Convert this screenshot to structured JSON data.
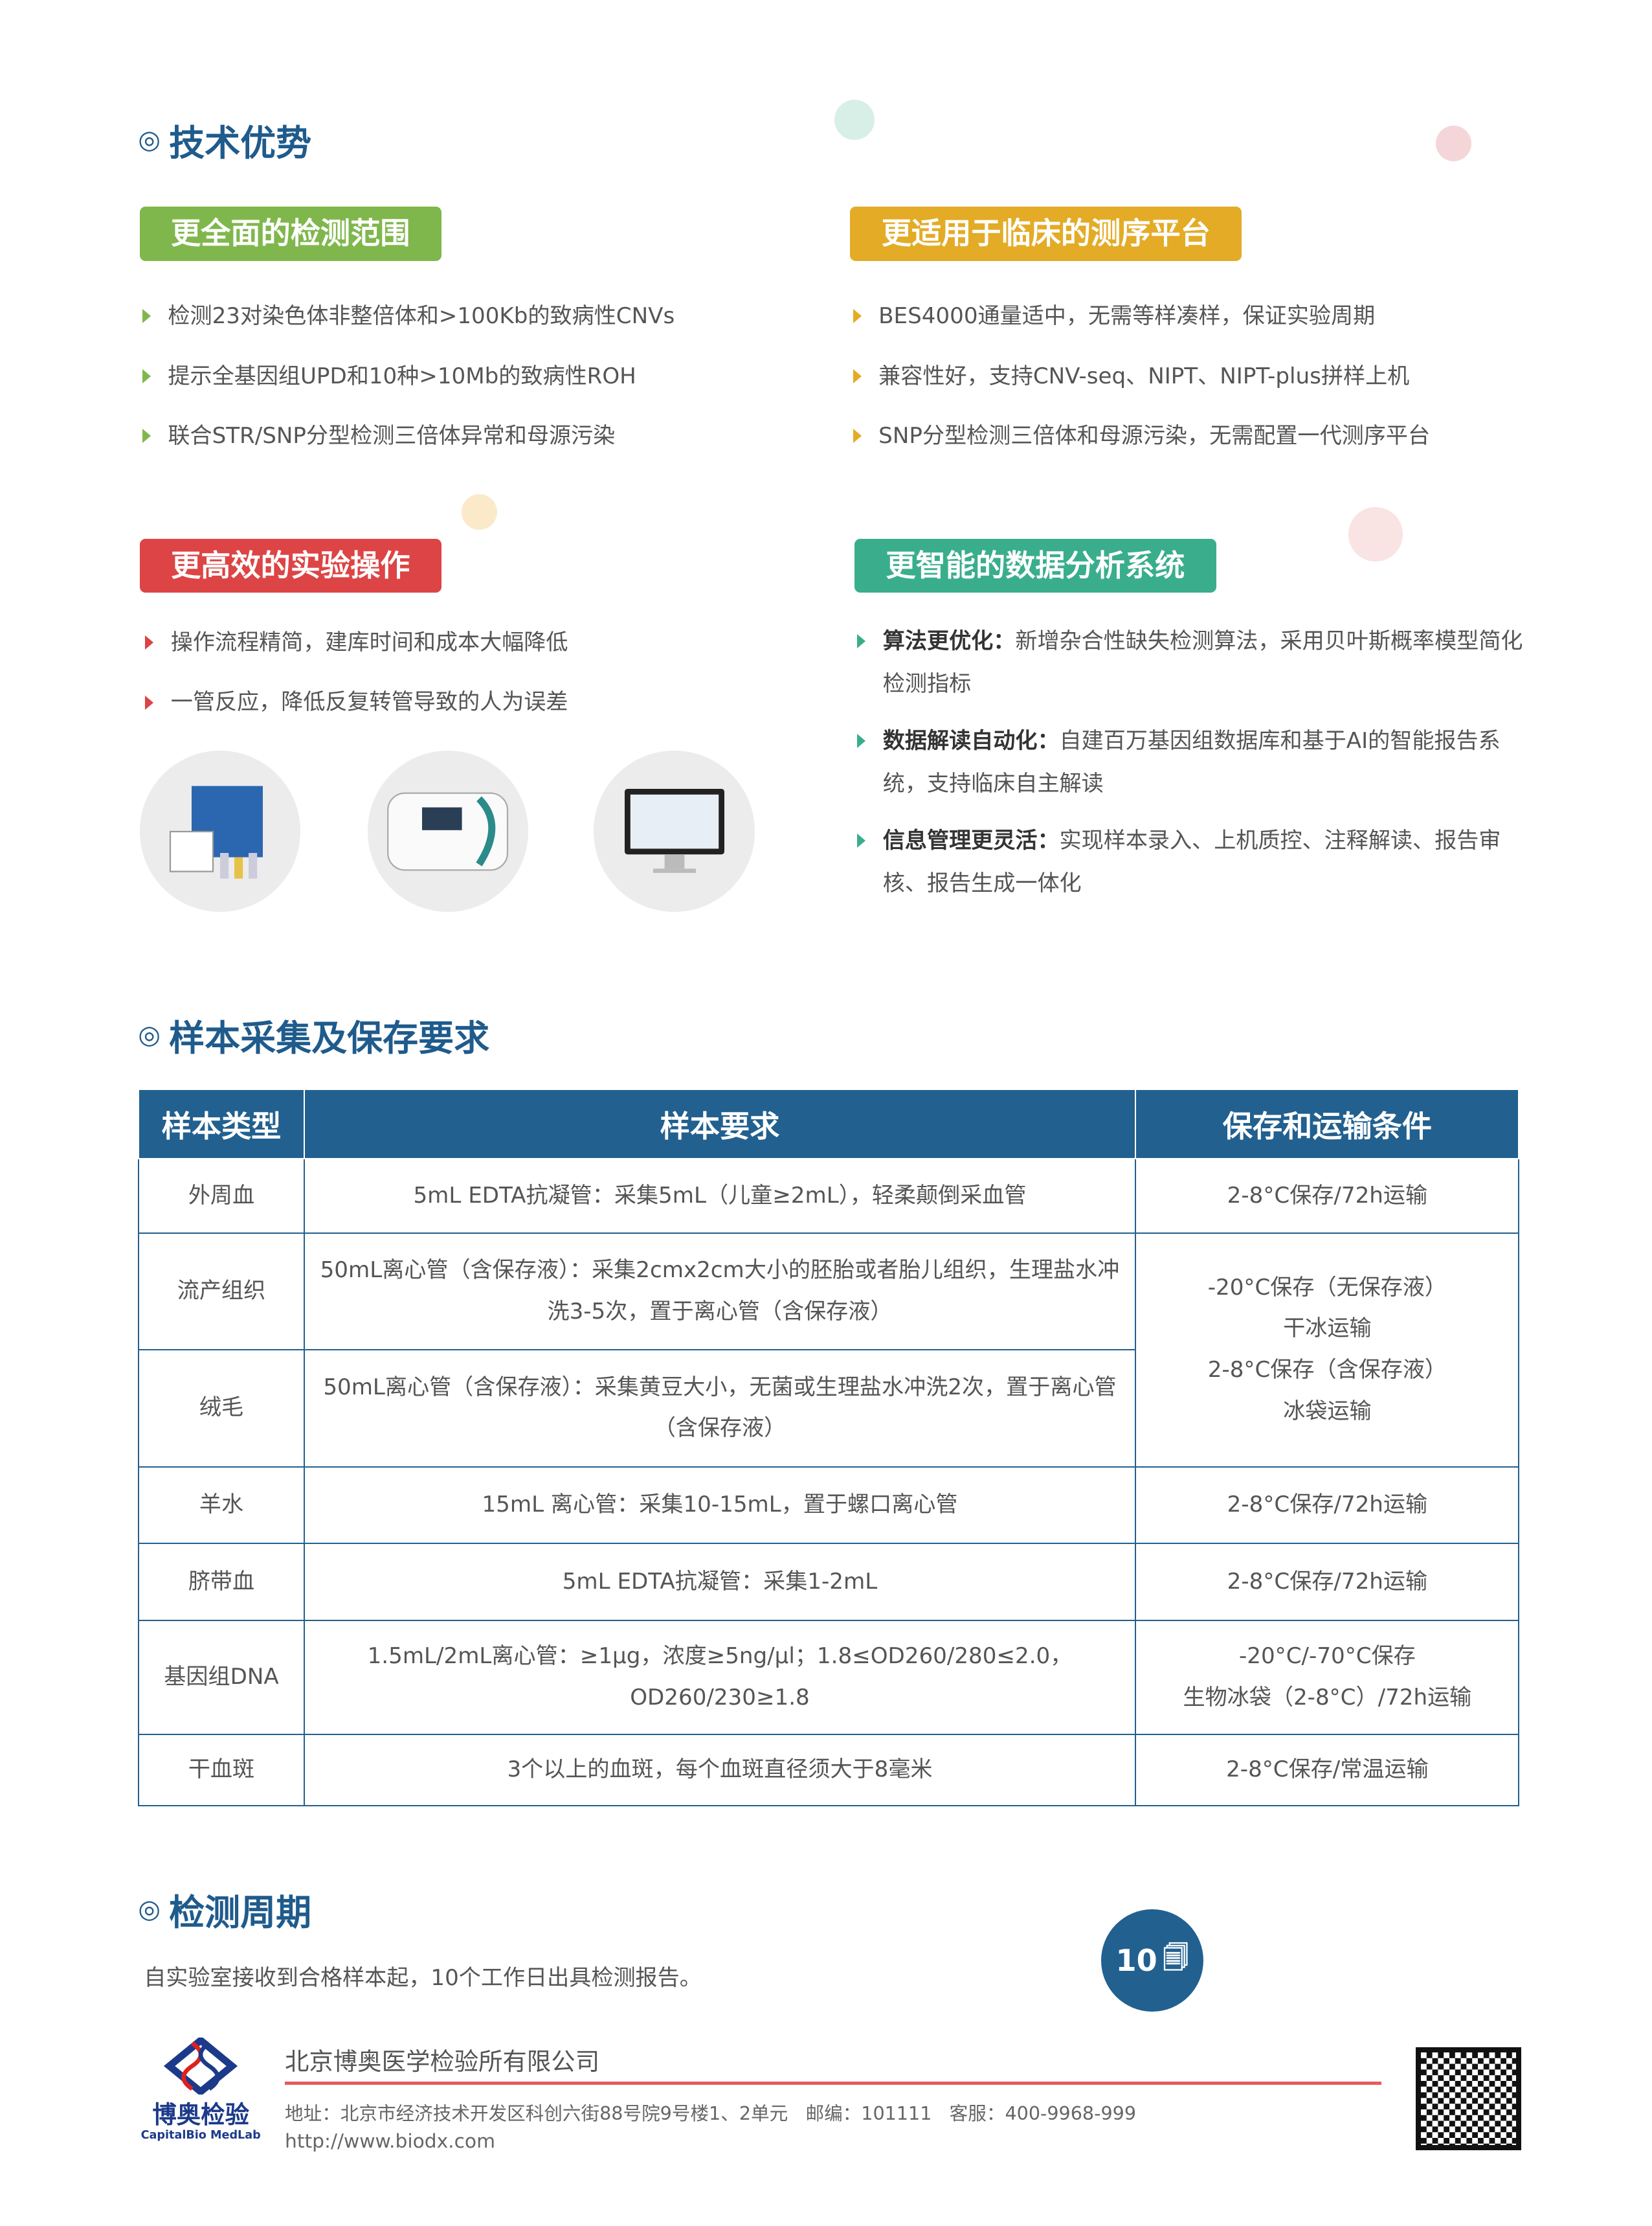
{
  "sections": {
    "advantages": "技术优势",
    "samples": "样本采集及保存要求",
    "cycle": "检测周期"
  },
  "advantages": {
    "range": {
      "title": "更全面的检测范围",
      "items": [
        "检测23对染色体非整倍体和>100Kb的致病性CNVs",
        "提示全基因组UPD和10种>10Mb的致病性ROH",
        "联合STR/SNP分型检测三倍体异常和母源污染"
      ]
    },
    "platform": {
      "title": "更适用于临床的测序平台",
      "items": [
        "BES4000通量适中，无需等样凑样，保证实验周期",
        "兼容性好，支持CNV-seq、NIPT、NIPT-plus拼样上机",
        "SNP分型检测三倍体和母源污染，无需配置一代测序平台"
      ]
    },
    "operation": {
      "title": "更高效的实验操作",
      "items": [
        "操作流程精简，建库时间和成本大幅降低",
        "一管反应，降低反复转管导致的人为误差"
      ]
    },
    "analysis": {
      "title": "更智能的数据分析系统",
      "items": [
        {
          "key": "算法更优化：",
          "text": "新增杂合性缺失检测算法，采用贝叶斯概率模型简化检测指标"
        },
        {
          "key": "数据解读自动化：",
          "text": "自建百万基因组数据库和基于AI的智能报告系统，支持临床自主解读"
        },
        {
          "key": "信息管理更灵活：",
          "text": "实现样本录入、上机质控、注释解读、报告审核、报告生成一体化"
        }
      ]
    }
  },
  "table": {
    "headers": [
      "样本类型",
      "样本要求",
      "保存和运输条件"
    ],
    "rows": [
      [
        "外周血",
        "5mL EDTA抗凝管：采集5mL（儿童≥2mL），轻柔颠倒采血管",
        "2-8°C保存/72h运输"
      ],
      [
        "流产组织",
        "50mL离心管（含保存液）：采集2cmx2cm大小的胚胎或者胎儿组织，生理盐水冲洗3-5次，置于离心管（含保存液）",
        ""
      ],
      [
        "绒毛",
        "50mL离心管（含保存液）：采集黄豆大小，无菌或生理盐水冲洗2次，置于离心管（含保存液）",
        ""
      ],
      [
        "羊水",
        "15mL 离心管：采集10-15mL，置于螺口离心管",
        "2-8°C保存/72h运输"
      ],
      [
        "脐带血",
        "5mL EDTA抗凝管：采集1-2mL",
        "2-8°C保存/72h运输"
      ],
      [
        "基因组DNA",
        "1.5mL/2mL离心管：≥1μg，浓度≥5ng/μl；1.8≤OD260/280≤2.0，OD260/230≥1.8",
        "-20°C/-70°C保存 生物冰袋（2-8°C）/72h运输"
      ],
      [
        "干血斑",
        "3个以上的血斑，每个血斑直径须大于8毫米",
        "2-8°C保存/常温运输"
      ]
    ],
    "merged_storage": [
      "-20°C保存（无保存液）",
      "干冰运输",
      "2-8°C保存（含保存液）",
      "冰袋运输"
    ],
    "dna_storage": [
      "-20°C/-70°C保存",
      "生物冰袋（2-8°C）/72h运输"
    ]
  },
  "cycle": {
    "text": "自实验室接收到合格样本起，10个工作日出具检测报告。",
    "days": "10"
  },
  "footer": {
    "company": "北京博奥医学检验所有限公司",
    "address": "地址：北京市经济技术开发区科创六街88号院9号楼1、2单元   邮编：101111   客服：400-9968-999",
    "url": "http://www.biodx.com",
    "logo_cn": "博奥检验",
    "logo_en": "CapitalBio MedLab"
  },
  "colors": {
    "blue": "#22608f",
    "green": "#7fb74c",
    "orange": "#e3ab26",
    "red": "#dd4445",
    "teal": "#3aae8c"
  }
}
